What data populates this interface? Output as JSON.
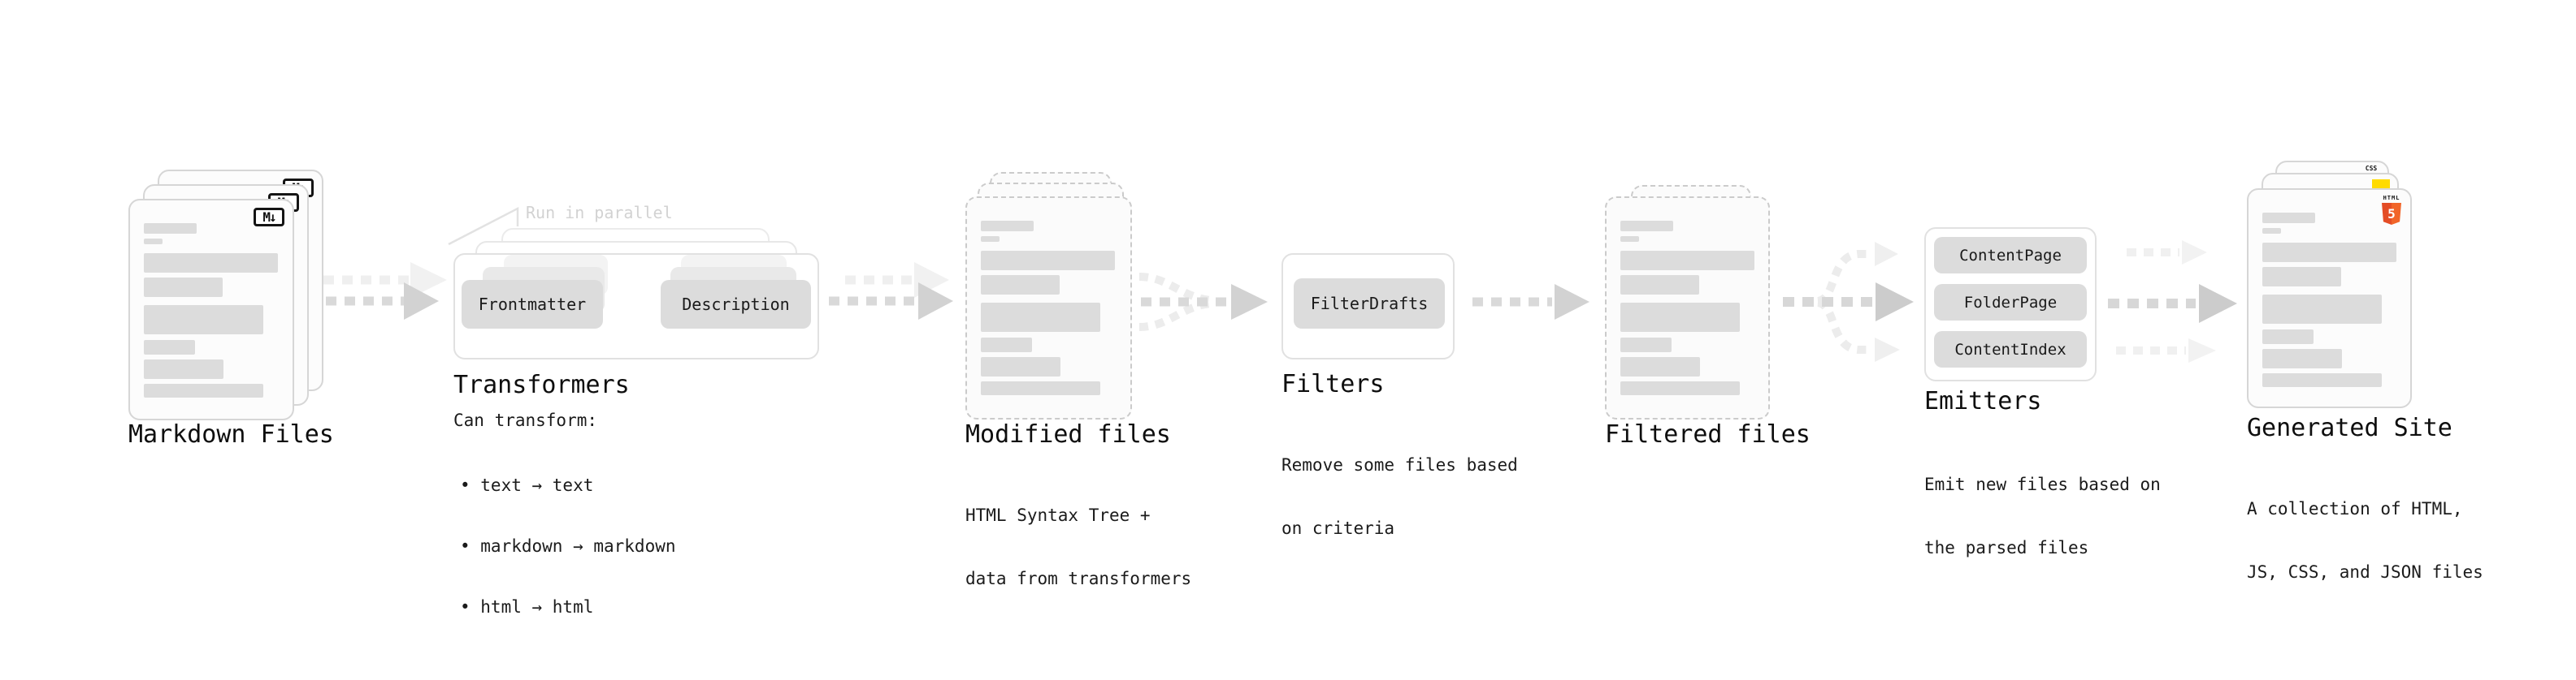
{
  "diagram": {
    "markdown": {
      "label": "Markdown Files",
      "badge": "M↓"
    },
    "transformers": {
      "heading": "Transformers",
      "annotation": "Run in parallel",
      "chip_left": "Frontmatter",
      "chip_right": "Description",
      "sub_title": "Can transform:",
      "bullets": [
        "• text → text",
        "• markdown → markdown",
        "• html → html"
      ]
    },
    "modified": {
      "label": "Modified files",
      "sub_line1": "HTML Syntax Tree +",
      "sub_line2": "data from transformers"
    },
    "filters": {
      "heading": "Filters",
      "chip": "FilterDrafts",
      "sub_line1": "Remove some files based",
      "sub_line2": "on criteria"
    },
    "filtered": {
      "label": "Filtered files"
    },
    "emitters": {
      "heading": "Emitters",
      "chips": [
        "ContentPage",
        "FolderPage",
        "ContentIndex"
      ],
      "sub_line1": "Emit new files based on",
      "sub_line2": "the parsed files"
    },
    "generated": {
      "label": "Generated Site",
      "sub_line1": "A collection of HTML,",
      "sub_line2": "JS, CSS, and JSON files",
      "badge_html_word": "HTML",
      "badge_html_number": "5",
      "badge_css": "CSS"
    }
  },
  "colors": {
    "background": "#ffffff",
    "arrow_gray": "#d2d2d2",
    "arrow_dash": "#d9d9d9",
    "arrow_light": "#ededed",
    "bar_gray": "#dcdcdc",
    "chip_gray": "#dcdcdc",
    "annotation_gray": "#d2d2d2",
    "html5_orange": "#f16529",
    "js_yellow": "#ffdb00",
    "css_blue": "#2b5ce0"
  }
}
